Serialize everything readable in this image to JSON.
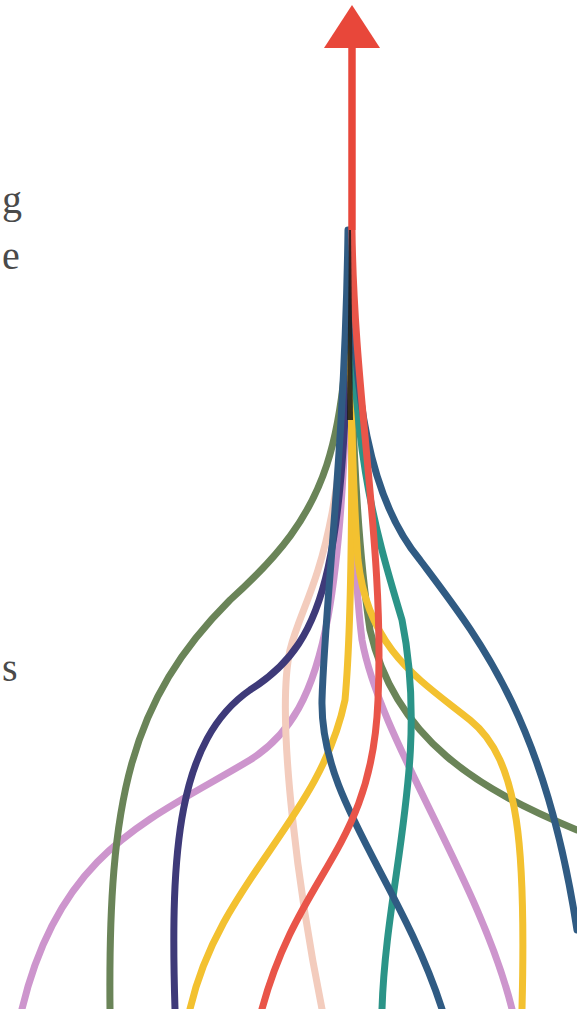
{
  "diagram": {
    "labels": [
      "g",
      "e",
      "s"
    ]
  }
}
